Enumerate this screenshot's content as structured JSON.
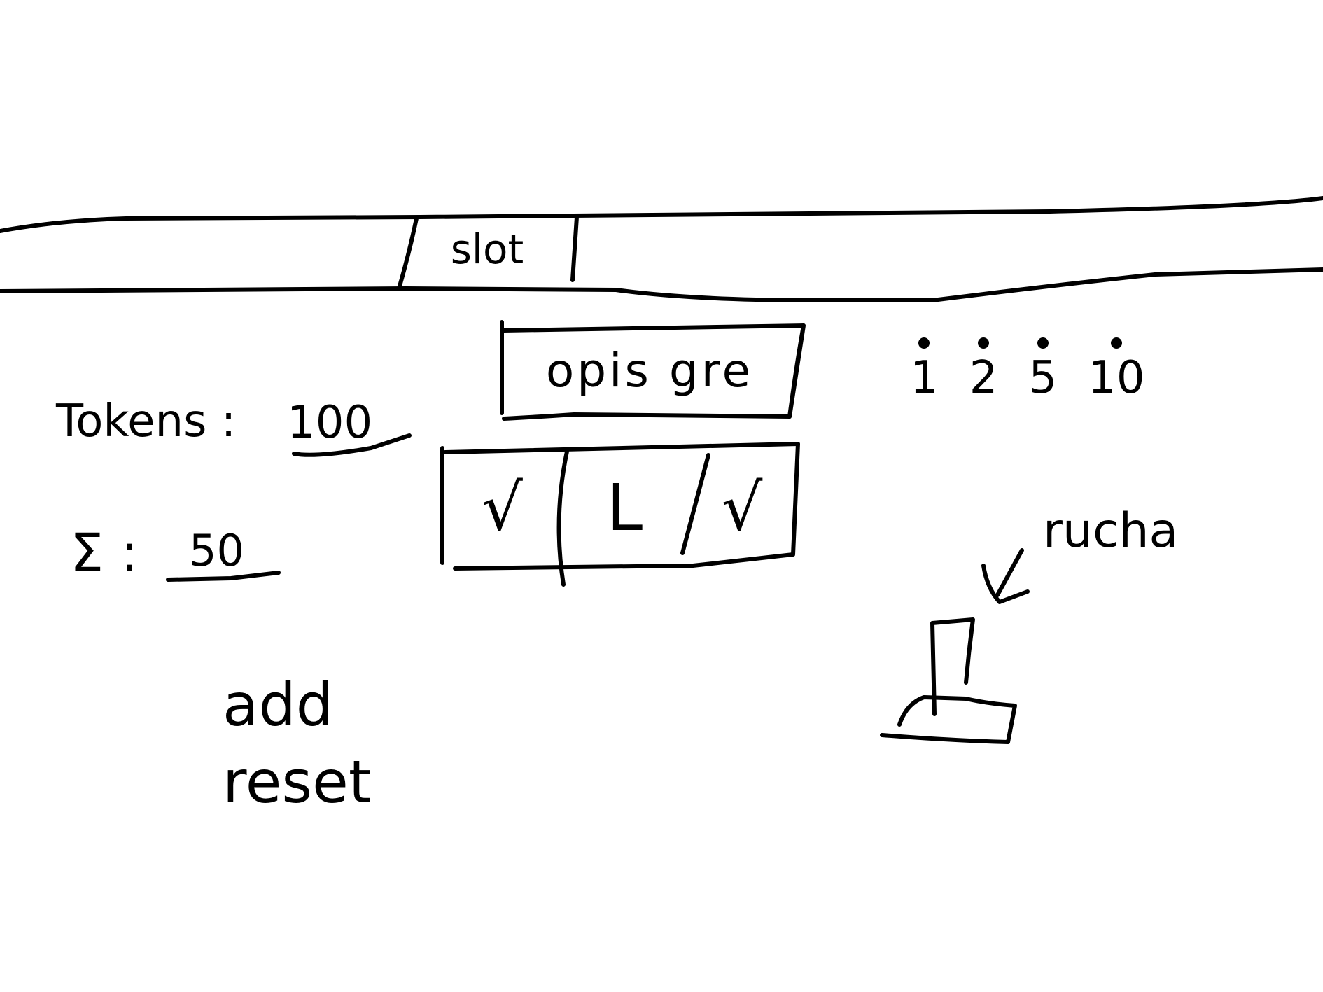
{
  "header": {
    "tab_label": "slot"
  },
  "description": {
    "text": "opis gre"
  },
  "stats": {
    "tokens_label": "Tokens :",
    "tokens_value": "100",
    "sum_label": "Σ :",
    "sum_value": "50"
  },
  "controls": {
    "add_label": "add",
    "reset_label": "reset"
  },
  "reels": [
    {
      "symbol": "√"
    },
    {
      "symbol": "L"
    },
    {
      "symbol": "√"
    }
  ],
  "bets": [
    {
      "value": "1"
    },
    {
      "value": "2"
    },
    {
      "value": "5"
    },
    {
      "value": "10"
    }
  ],
  "lever": {
    "label": "rucha",
    "icon": "lever-icon"
  }
}
